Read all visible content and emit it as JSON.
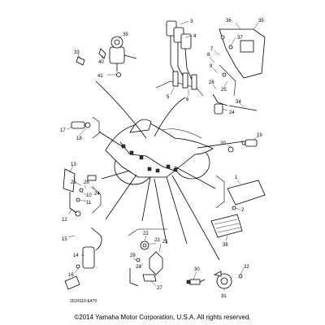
{
  "diagram_code": "2D24110-E470",
  "copyright": "©2014 Yamaha Motor Corporation, U.S.A. All rights reserved.",
  "callouts": [
    "1",
    "2",
    "3",
    "4",
    "5",
    "6",
    "7",
    "8",
    "9",
    "10",
    "11",
    "12",
    "13",
    "14",
    "15",
    "16",
    "17",
    "18",
    "19",
    "20",
    "21",
    "22",
    "23",
    "24",
    "25",
    "26",
    "27",
    "28",
    "29",
    "30",
    "31",
    "32",
    "33",
    "34",
    "35",
    "36",
    "37",
    "38",
    "39",
    "40",
    "41"
  ]
}
